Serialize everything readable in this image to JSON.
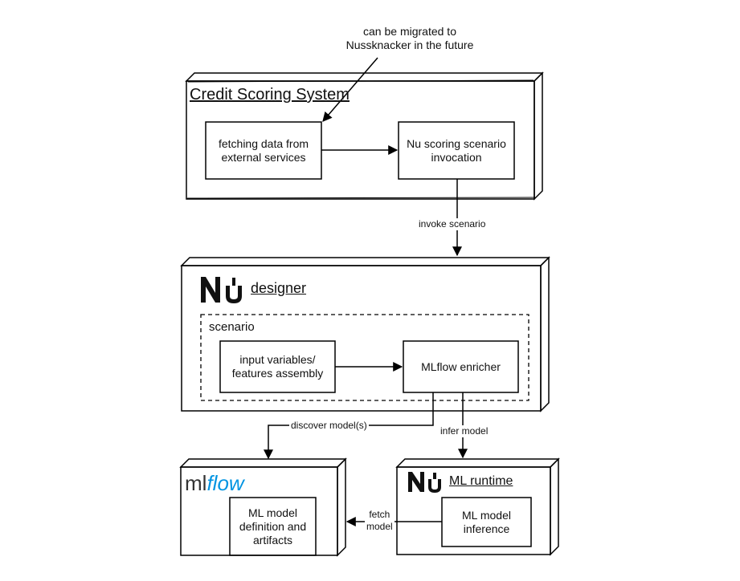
{
  "note": {
    "line1": "can be migrated to",
    "line2": "Nussknacker in the future"
  },
  "credit_system": {
    "title": "Credit Scoring System",
    "fetch_box": {
      "line1": "fetching data from",
      "line2": "external services"
    },
    "scoring_box": {
      "line1": "Nu scoring scenario",
      "line2": "invocation"
    }
  },
  "edges": {
    "invoke": "invoke scenario",
    "discover": "discover model(s)",
    "infer": "infer model",
    "fetch": {
      "line1": "fetch",
      "line2": "model"
    }
  },
  "designer": {
    "logo": "NU",
    "title": "designer",
    "scenario": {
      "label": "scenario",
      "input_box": {
        "line1": "input variables/",
        "line2": "features assembly"
      },
      "enricher_box": "MLflow enricher"
    }
  },
  "mlflow": {
    "logo_ml": "ml",
    "logo_flow": "flow",
    "model_box": {
      "line1": "ML model",
      "line2": "definition and",
      "line3": "artifacts"
    }
  },
  "runtime": {
    "logo": "NU",
    "title": "ML runtime",
    "inference_box": {
      "line1": "ML model",
      "line2": "inference"
    }
  },
  "colors": {
    "stroke": "#000000",
    "mlflow_blue": "#0194e2",
    "text": "#111111"
  }
}
